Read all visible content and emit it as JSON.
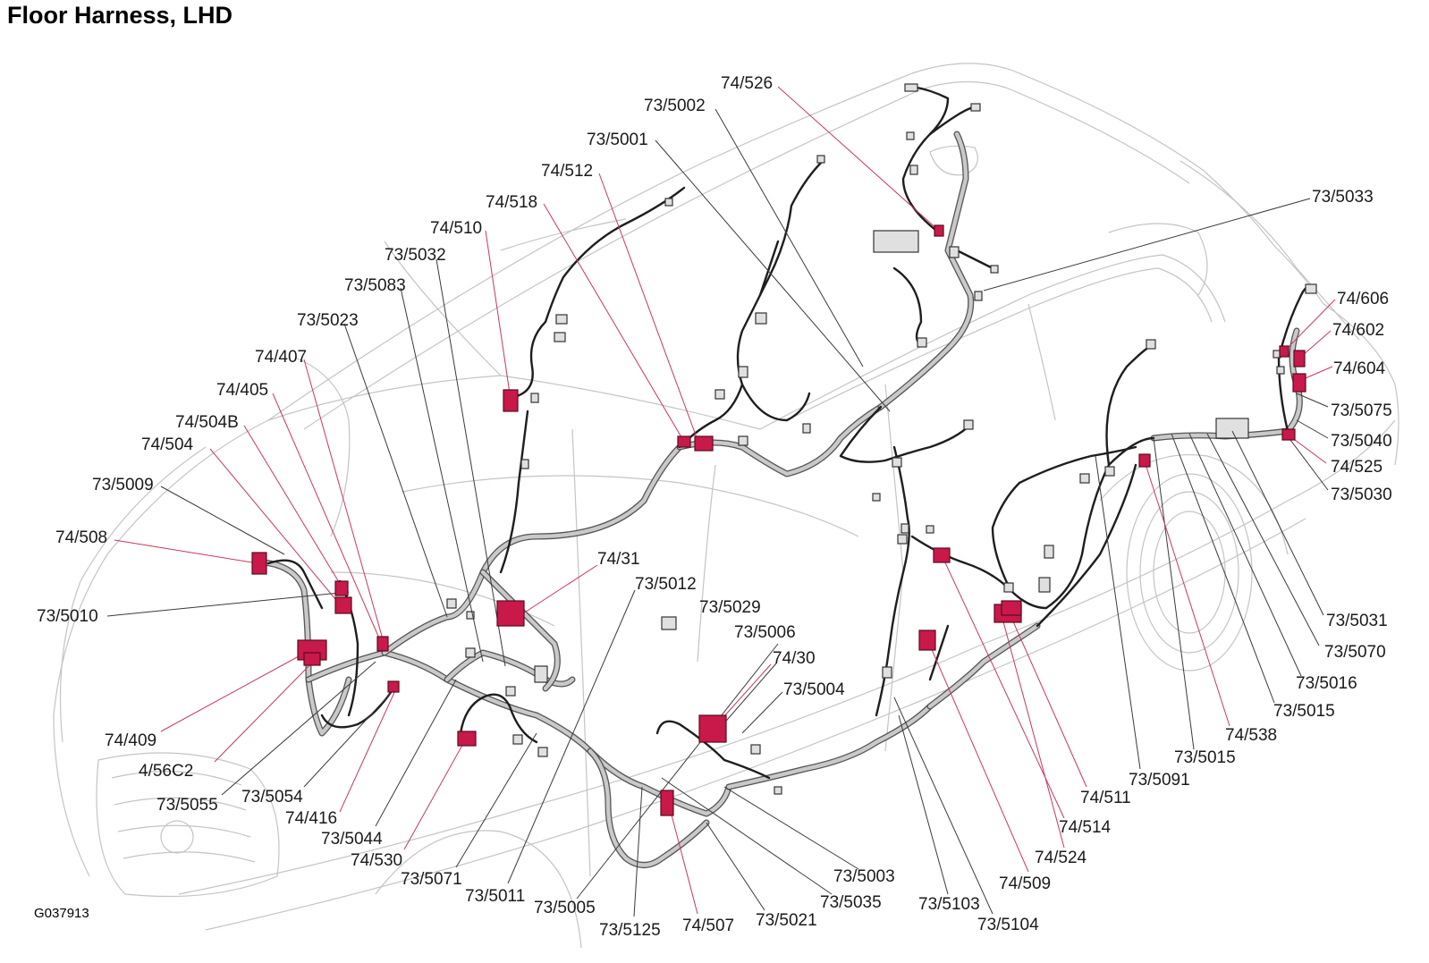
{
  "title": "Floor Harness, LHD",
  "figure_id": "G037913",
  "labels": {
    "l_74_526": "74/526",
    "l_73_5002": "73/5002",
    "l_73_5001": "73/5001",
    "l_74_512": "74/512",
    "l_74_518": "74/518",
    "l_74_510": "74/510",
    "l_73_5032": "73/5032",
    "l_73_5083": "73/5083",
    "l_73_5023": "73/5023",
    "l_74_407": "74/407",
    "l_74_405": "74/405",
    "l_74_504B": "74/504B",
    "l_74_504": "74/504",
    "l_73_5009": "73/5009",
    "l_74_508": "74/508",
    "l_73_5010": "73/5010",
    "l_74_409": "74/409",
    "l_4_56C2": "4/56C2",
    "l_73_5055": "73/5055",
    "l_73_5054": "73/5054",
    "l_74_416": "74/416",
    "l_73_5044": "73/5044",
    "l_74_530": "74/530",
    "l_73_5071": "73/5071",
    "l_73_5011": "73/5011",
    "l_73_5005": "73/5005",
    "l_73_5125": "73/5125",
    "l_74_507": "74/507",
    "l_73_5021": "73/5021",
    "l_73_5035": "73/5035",
    "l_73_5003": "73/5003",
    "l_73_5103": "73/5103",
    "l_73_5104": "73/5104",
    "l_74_509": "74/509",
    "l_74_524": "74/524",
    "l_74_514": "74/514",
    "l_74_511": "74/511",
    "l_73_5091": "73/5091",
    "l_73_5015a": "73/5015",
    "l_74_538": "74/538",
    "l_73_5015b": "73/5015",
    "l_73_5016": "73/5016",
    "l_73_5070": "73/5070",
    "l_73_5031": "73/5031",
    "l_73_5030": "73/5030",
    "l_74_525": "74/525",
    "l_73_5040": "73/5040",
    "l_73_5075": "73/5075",
    "l_74_604": "74/604",
    "l_74_602": "74/602",
    "l_74_606": "74/606",
    "l_73_5033": "73/5033",
    "l_74_31": "74/31",
    "l_73_5012": "73/5012",
    "l_73_5029": "73/5029",
    "l_73_5006": "73/5006",
    "l_74_30": "74/30",
    "l_73_5004": "73/5004"
  },
  "colors": {
    "connector_highlight": "#c8194a",
    "red_leader": "#c8385a",
    "black_leader": "#3a3a3a",
    "car_outline": "#c4c4c4",
    "harness": "#c9c9c9",
    "wire": "#1e1e1e"
  }
}
